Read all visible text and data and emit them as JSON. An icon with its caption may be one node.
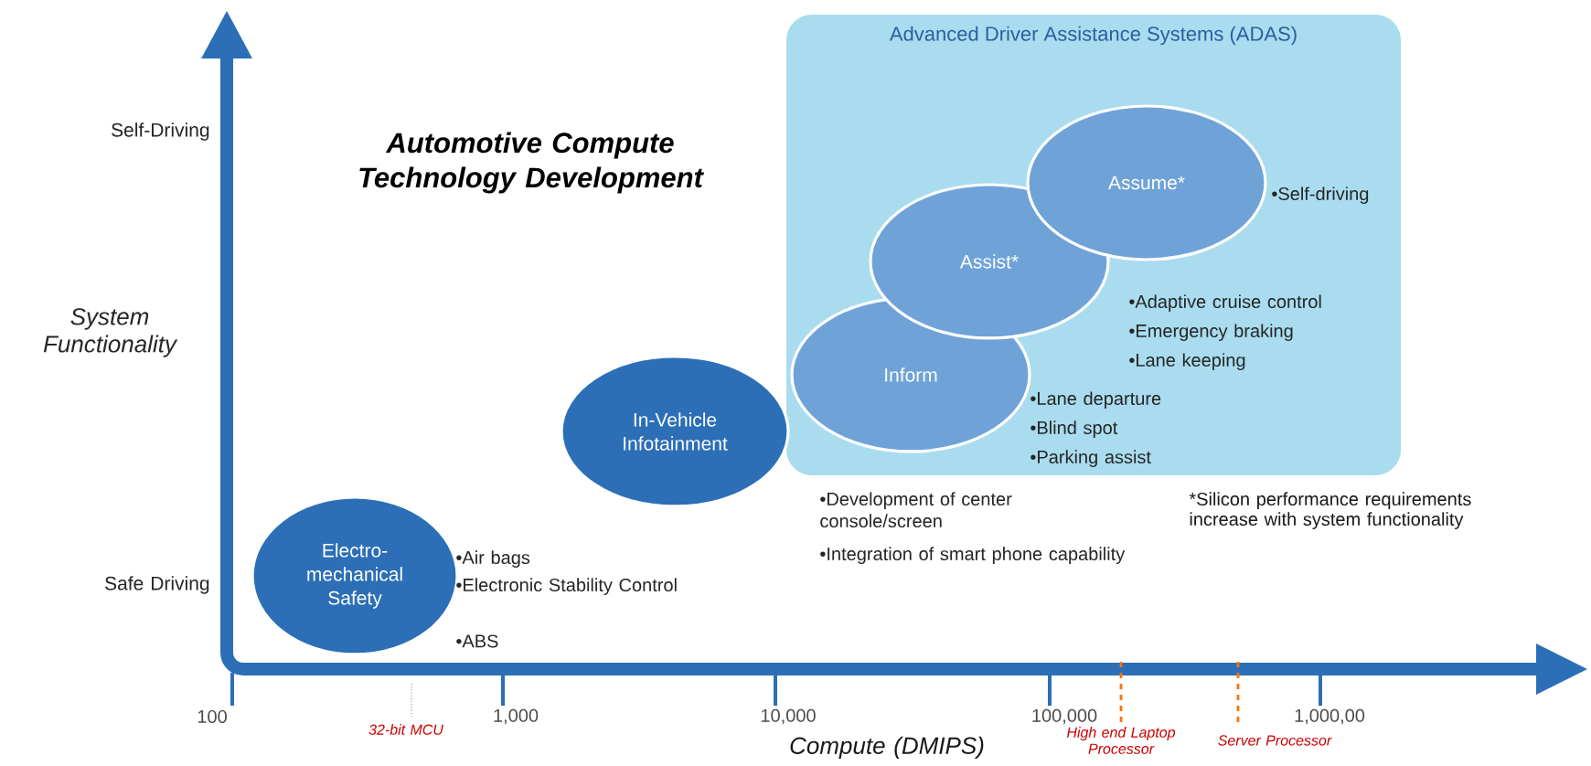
{
  "diagram": {
    "title": "Automotive Compute Technology Development",
    "nodes": [
      {
        "text": [
          "Advanced Driver Assistance Systems (ADAS)"
        ]
      },
      {
        "text": [
          "Assume*"
        ],
        "in": 0,
        "beside": [
          "•Self-driving"
        ]
      },
      {
        "text": [
          "Assist*"
        ],
        "in": 0,
        "beside": [
          "•Adaptive cruise control",
          "•Emergency braking",
          "•Lane keeping"
        ]
      },
      {
        "text": [
          "Inform"
        ],
        "in": 0,
        "beside": [
          "•Lane departure",
          "•Blind spot",
          "•Parking assist"
        ]
      },
      {
        "text": [
          "In-Vehicle Infotainment"
        ],
        "beside": [
          "•Development of center console/screen",
          "•Integration of smart phone capability"
        ]
      },
      {
        "text": [
          "Electro-mechanical Safety"
        ],
        "beside": [
          "•Air bags",
          "•Electronic Stability Control",
          "•ABS"
        ]
      }
    ],
    "labels": [
      "Self-Driving",
      "System Functionality",
      "*Silicon performance requirements increase with system functionality",
      "Safe Driving",
      "100",
      "32-bit MCU",
      "1,000",
      "10,000",
      "100,000",
      "High end Laptop Processor",
      "Server Processor",
      "1,000,00",
      "Compute (DMIPS)"
    ]
  }
}
